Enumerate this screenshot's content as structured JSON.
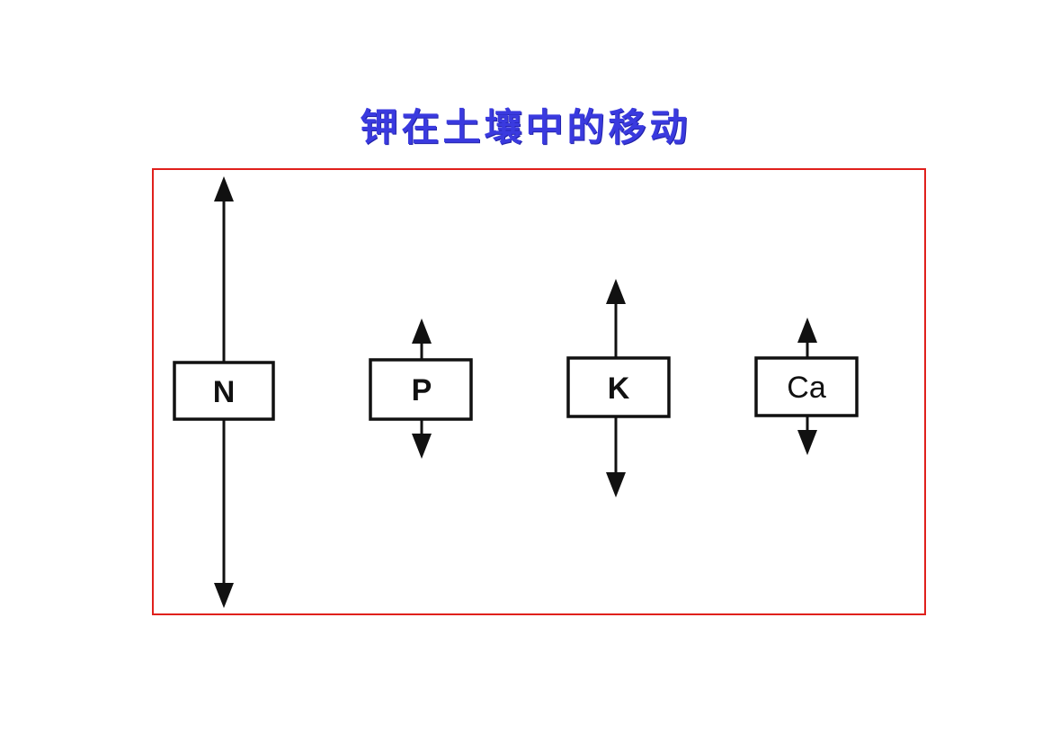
{
  "title": "钾在土壤中的移动",
  "nutrients": [
    {
      "label": "N"
    },
    {
      "label": "P"
    },
    {
      "label": "K"
    },
    {
      "label": "Ca"
    }
  ],
  "colors": {
    "title": "#3a3adf",
    "frame_border": "#e0201c",
    "ink": "#111111"
  }
}
